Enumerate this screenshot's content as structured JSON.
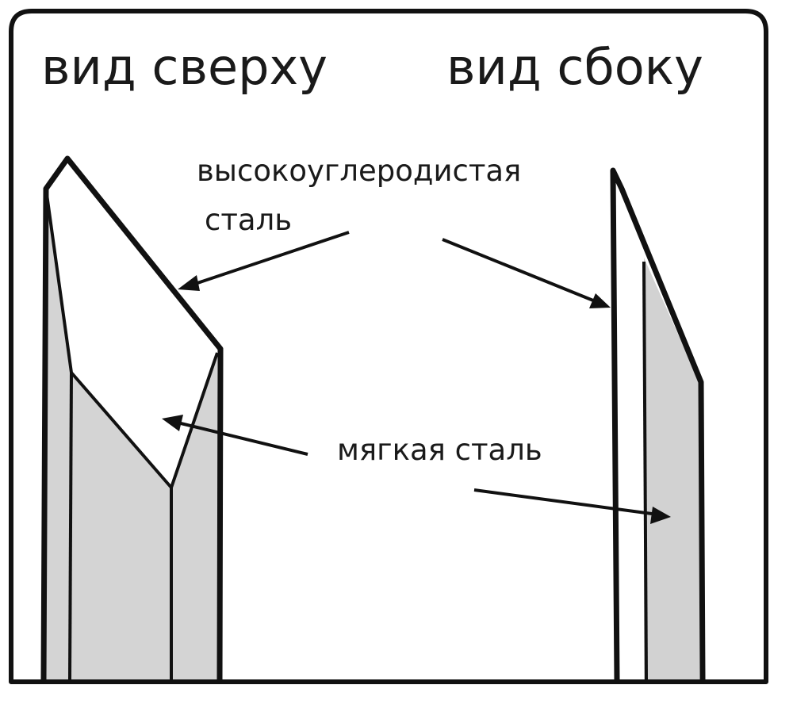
{
  "headings": {
    "top_view": "вид сверху",
    "side_view": "вид сбоку"
  },
  "labels": {
    "high_carbon_steel_line1": "высокоуглеродистая",
    "high_carbon_steel_line2": "сталь",
    "mild_steel": "мягкая сталь"
  },
  "colors": {
    "outline": "#111111",
    "mild_steel_fill": "#d4d4d4",
    "side_mild_steel_fill": "#d2d2d2",
    "background": "#ffffff"
  }
}
